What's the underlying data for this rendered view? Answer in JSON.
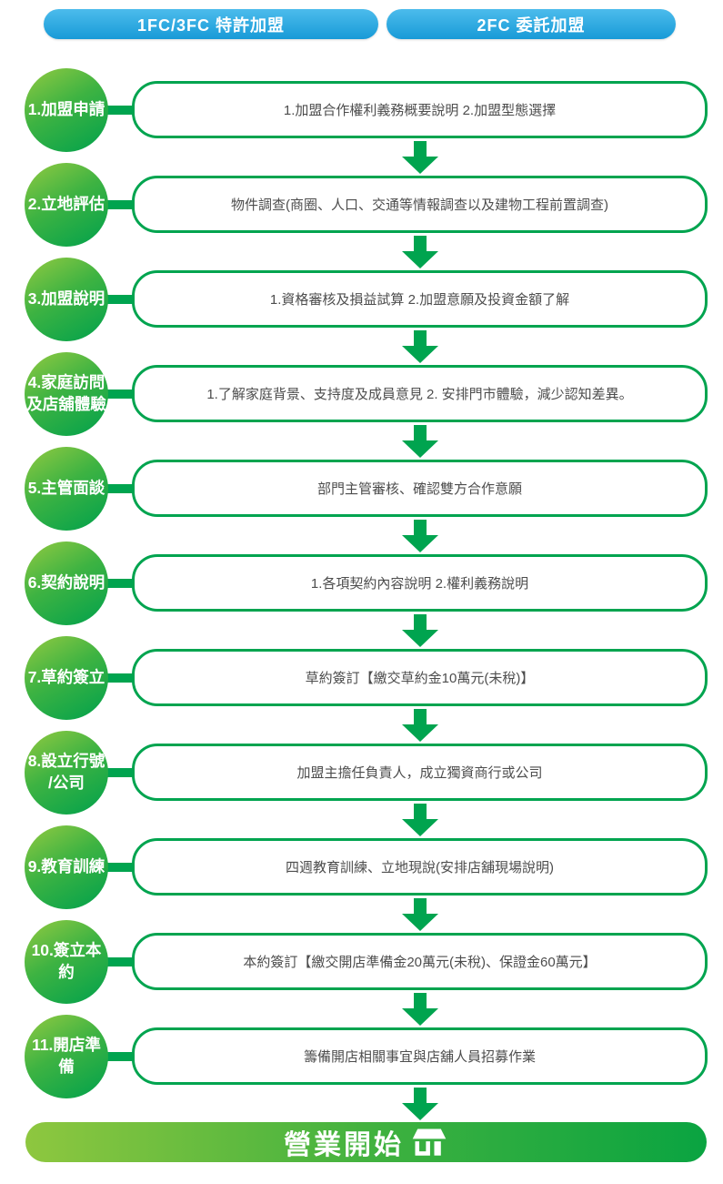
{
  "colors": {
    "tab_blue_top": "#4cbcec",
    "tab_blue_bottom": "#189ad7",
    "green_dark": "#00a44f",
    "green_light": "#8ec73f",
    "text_gray": "#4d4d4d"
  },
  "tabs": [
    {
      "label": "1FC/3FC 特許加盟"
    },
    {
      "label": "2FC 委託加盟"
    }
  ],
  "steps": [
    {
      "label": "1.加盟申請",
      "description": "1.加盟合作權利義務概要說明 2.加盟型態選擇"
    },
    {
      "label": "2.立地評估",
      "description": "物件調查(商圈、人口、交通等情報調查以及建物工程前置調查)"
    },
    {
      "label": "3.加盟說明",
      "description": "1.資格審核及損益試算 2.加盟意願及投資金額了解"
    },
    {
      "label": "4.家庭訪問\n及店舖體驗",
      "description": "1.了解家庭背景、支持度及成員意見 2. 安排門市體驗，減少認知差異。"
    },
    {
      "label": "5.主管面談",
      "description": "部門主管審核、確認雙方合作意願"
    },
    {
      "label": "6.契約說明",
      "description": "1.各項契約內容說明 2.權利義務說明"
    },
    {
      "label": "7.草約簽立",
      "description": "草約簽訂【繳交草約金10萬元(未稅)】"
    },
    {
      "label": "8.設立行號\n/公司",
      "description": "加盟主擔任負責人，成立獨資商行或公司"
    },
    {
      "label": "9.教育訓練",
      "description": "四週教育訓練、立地現說(安排店舖現場說明)"
    },
    {
      "label": "10.簽立本\n約",
      "description": "本約簽訂【繳交開店準備金20萬元(未稅)、保證金60萬元】"
    },
    {
      "label": "11.開店準\n備",
      "description": "籌備開店相關事宜與店舖人員招募作業"
    }
  ],
  "footer": {
    "label": "營業開始",
    "icon": "storefront-icon"
  }
}
